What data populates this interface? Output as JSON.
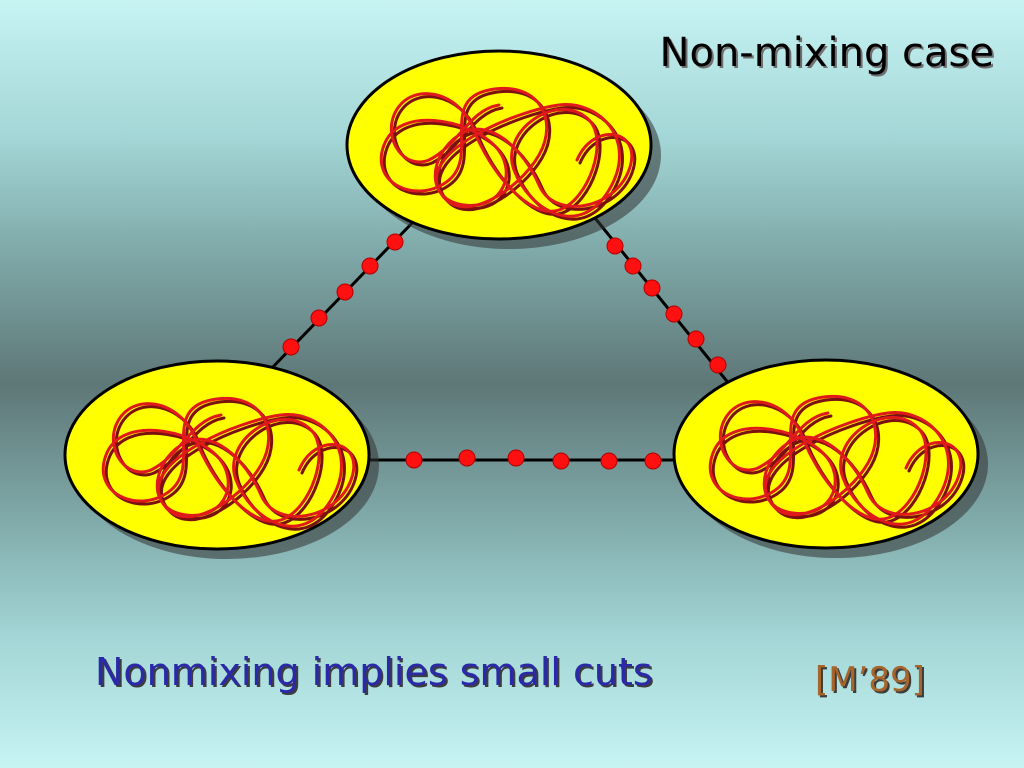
{
  "slide": {
    "title": "Non-mixing case",
    "caption": "Nonmixing implies small cuts",
    "citation": "[M’89]"
  },
  "diagram": {
    "clusters": [
      {
        "id": "top"
      },
      {
        "id": "left"
      },
      {
        "id": "right"
      }
    ],
    "edges": [
      {
        "from": "top",
        "to": "left",
        "cut_vertices": 5
      },
      {
        "from": "top",
        "to": "right",
        "cut_vertices": 6
      },
      {
        "from": "left",
        "to": "right",
        "cut_vertices": 6
      }
    ],
    "colors": {
      "cluster_fill": "#ffff00",
      "cluster_stroke": "#000000",
      "tangle": "#e01a1a",
      "dot": "#ff1010",
      "edge": "#000000"
    }
  }
}
